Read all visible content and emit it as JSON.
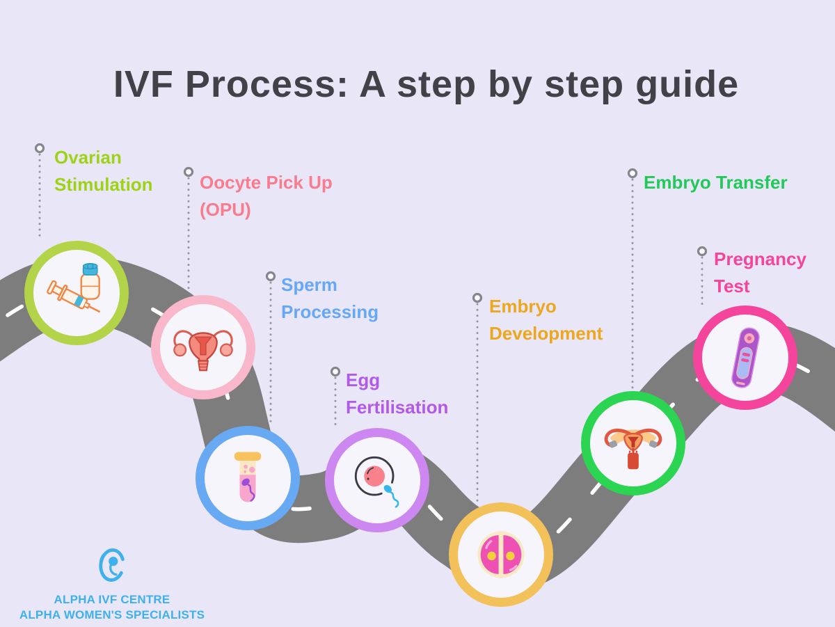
{
  "title": "IVF Process: A step by step guide",
  "steps": [
    {
      "name": "ovarian-stimulation",
      "label": "Ovarian Stimulation",
      "lines": [
        "Ovarian",
        "Stimulation"
      ],
      "label_color": "#9ED315",
      "ring_color": "#B3D349",
      "icon": "syringe-and-vial-icon"
    },
    {
      "name": "oocyte-pick-up",
      "label": "Oocyte Pick Up (OPU)",
      "lines": [
        "Oocyte Pick Up",
        "(OPU)"
      ],
      "label_color": "#F87C8E",
      "ring_color": "#F8B7CB",
      "icon": "uterus-icon"
    },
    {
      "name": "sperm-processing",
      "label": "Sperm Processing",
      "lines": [
        "Sperm",
        "Processing"
      ],
      "label_color": "#66A8F5",
      "ring_color": "#67A9F2",
      "icon": "test-tube-sperm-icon"
    },
    {
      "name": "egg-fertilisation",
      "label": "Egg Fertilisation",
      "lines": [
        "Egg",
        "Fertilisation"
      ],
      "label_color": "#B159EA",
      "ring_color": "#CD87F0",
      "icon": "egg-and-sperm-icon"
    },
    {
      "name": "embryo-development",
      "label": "Embryo Development",
      "lines": [
        "Embryo",
        "Development"
      ],
      "label_color": "#EDA71F",
      "ring_color": "#F2C159",
      "icon": "two-cell-embryo-icon"
    },
    {
      "name": "embryo-transfer",
      "label": "Embryo Transfer",
      "lines": [
        "Embryo Transfer"
      ],
      "label_color": "#22C95A",
      "ring_color": "#2BD551",
      "icon": "uterus-catheter-icon"
    },
    {
      "name": "pregnancy-test",
      "label": "Pregnancy Test",
      "lines": [
        "Pregnancy",
        "Test"
      ],
      "label_color": "#F4449C",
      "ring_color": "#F4449C",
      "icon": "pregnancy-test-icon"
    }
  ],
  "footer": {
    "org_line1": "ALPHA IVF CENTRE",
    "org_line2": "ALPHA WOMEN'S SPECIALISTS",
    "brand_color": "#3EB0EC"
  },
  "colors": {
    "background": "#E9E7F7",
    "title": "#414147",
    "road": "#7D7D7D",
    "road_dash": "#FFFFFF",
    "connector": "#97979E",
    "node_fill": "#F6F5FC"
  }
}
